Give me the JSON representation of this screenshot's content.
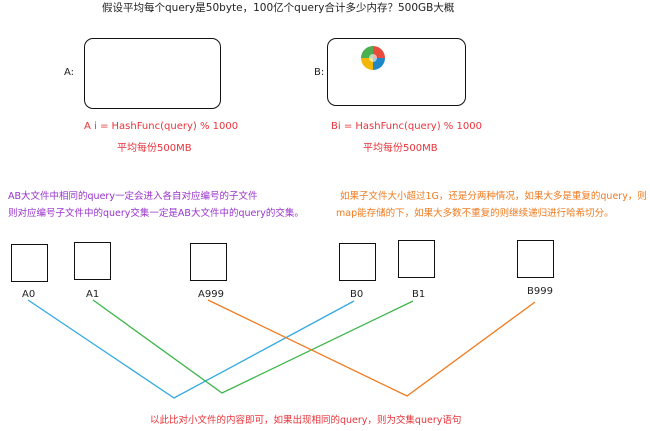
{
  "header": {
    "text": "假设平均每个query是50byte，100亿个query合计多少内存？500GB大概"
  },
  "file_a": {
    "label": "A:",
    "formula": "A i = HashFunc(query) % 1000",
    "avg": "平均每份500MB"
  },
  "file_b": {
    "label": "B:",
    "formula": "Bi = HashFunc(query) % 1000",
    "avg": "平均每份500MB",
    "icon": "pie-logo-icon"
  },
  "note_left": {
    "line1": "AB大文件中相同的query一定会进入各自对应编号的子文件",
    "line2": "则对应编号子文件中的query交集一定是AB大文件中的query的交集。"
  },
  "note_right": {
    "line1": "如果子文件大小超过1G，还是分两种情况，如果大多是重复的query，则",
    "line2": "map能存储的下，如果大多数不重复的则继续递归进行哈希切分。"
  },
  "sub_files": {
    "a0": "A0",
    "a1": "A1",
    "a999": "A999",
    "b0": "B0",
    "b1": "B1",
    "b999": "B999"
  },
  "footer": {
    "text": "以此比对小文件的内容即可，如果出现相同的query，则为交集query语句"
  },
  "colors": {
    "red": "#e8333a",
    "purple": "#9933cc",
    "orange": "#f07a1e",
    "blue": "#33a9e0",
    "green": "#3cb54a"
  }
}
